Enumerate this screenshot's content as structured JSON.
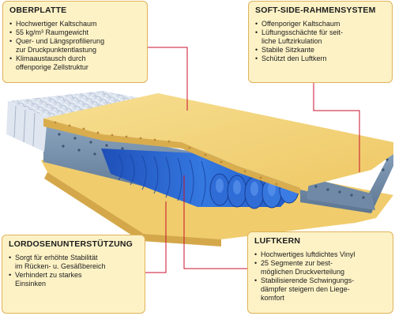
{
  "colors": {
    "callout_bg": "#fdf2c6",
    "callout_border": "#e0b25a",
    "leader_line": "#c8102e",
    "foam_yellow": "#f2d27a",
    "frame_blue_gray": "#6f89a6",
    "air_core_blue": "#2f6cd6",
    "quilted_cover": "#e6ecf5"
  },
  "callouts": {
    "oberplatte": {
      "title": "OBERPLATTE",
      "items": [
        "Hochwertiger Kaltschaum",
        "55 kg/m³ Raumgewicht",
        "Quer- und Längsprofilierung\nzur Druckpunktentlastung",
        "Klimaaustausch durch\noffenporige Zellstruktur"
      ]
    },
    "soft_side": {
      "title": "SOFT-SIDE-RAHMENSYSTEM",
      "items": [
        "Offenporiger Kaltschaum",
        "Lüftungsschächte für seit-\nliche Luftzirkulation",
        "Stabile Sitzkante",
        "Schützt den Luftkern"
      ]
    },
    "lordose": {
      "title": "LORDOSENUNTERSTÜTZUNG",
      "items": [
        "Sorgt für erhöhte Stabilität\nim Rücken- u. Gesäßbereich",
        "Verhindert zu starkes\nEinsinken"
      ]
    },
    "luftkern": {
      "title": "LUFTKERN",
      "items": [
        "Hochwertiges luftdichtes Vinyl",
        "25 Segmente zur best-\nmöglichen Druckverteilung",
        "Stabilisierende Schwingungs-\ndämpfer steigern den Liege-\nkomfort"
      ]
    }
  }
}
